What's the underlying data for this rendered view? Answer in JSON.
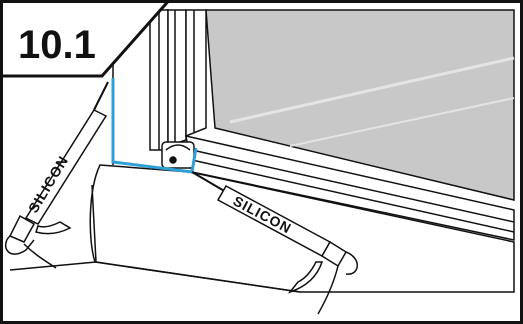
{
  "step": {
    "number": "10.1"
  },
  "cartridges": [
    {
      "label": "SILICON"
    },
    {
      "label": "SILICON"
    }
  ],
  "colors": {
    "sealant_line": "#2f9fd6",
    "glass": "#c9c9c9",
    "outline": "#111111",
    "frame": "#ffffff"
  }
}
